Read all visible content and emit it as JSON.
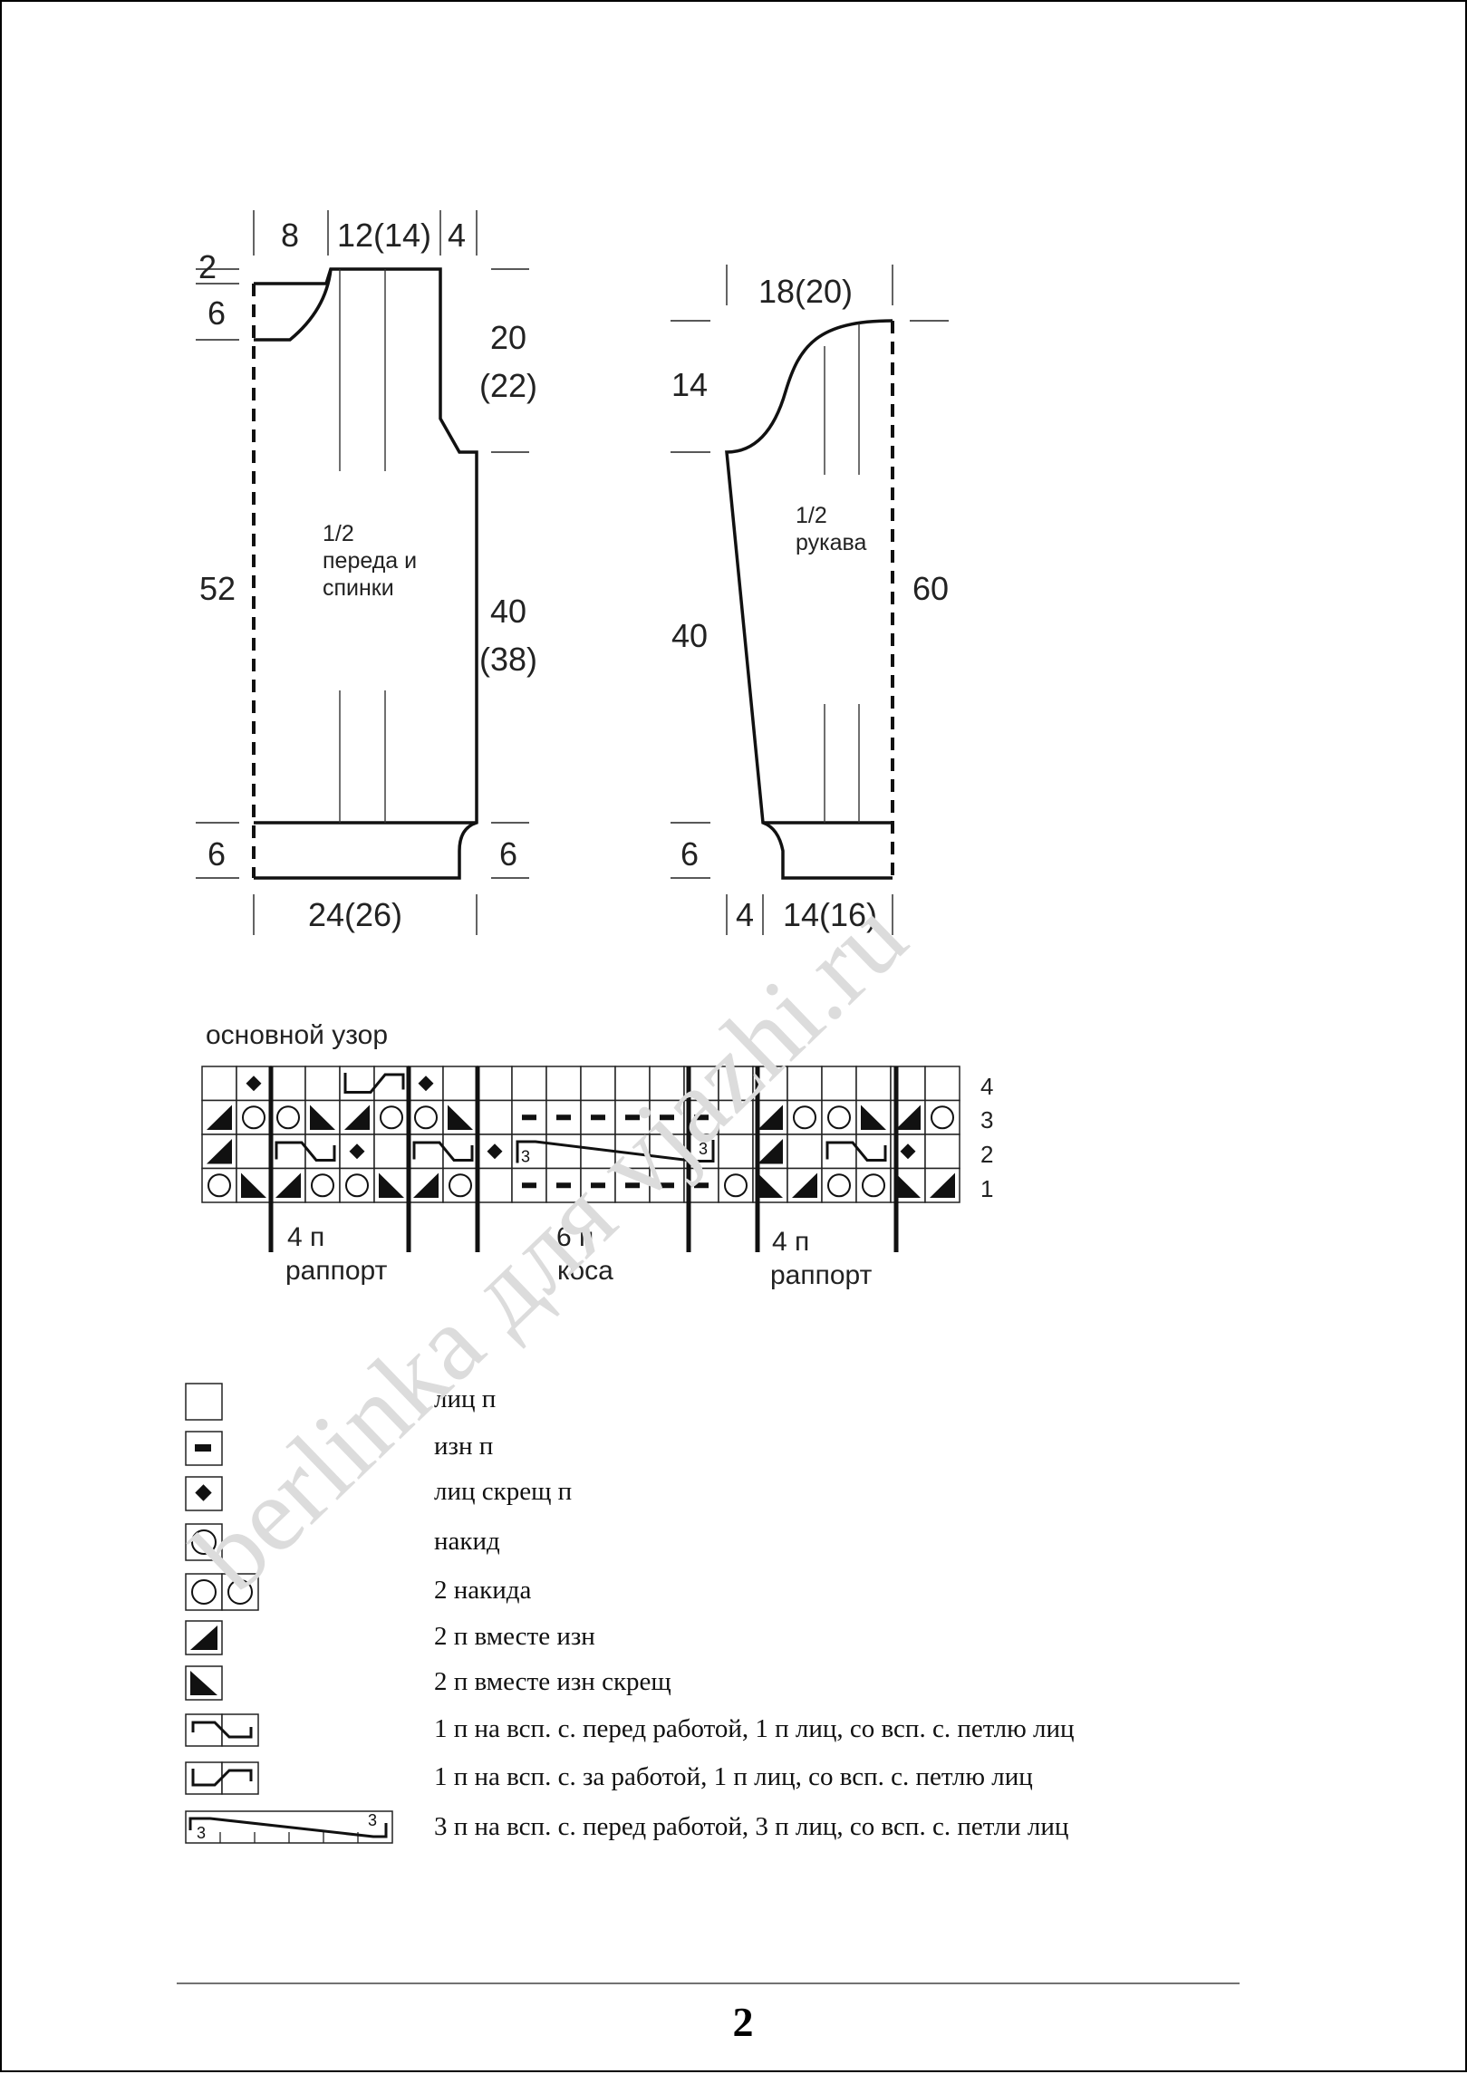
{
  "schema": {
    "body_label": [
      "1/2",
      "переда и",
      "спинки"
    ],
    "sleeve_label": [
      "1/2",
      "рукава"
    ],
    "body_dims": {
      "top_neck": "8",
      "top_width": "12(14)",
      "top_shoulder": "4",
      "neck_drop": "2",
      "neck_depth": "6",
      "side_total": "52",
      "armhole_a": "20",
      "armhole_b": "(22)",
      "side_a": "40",
      "side_b": "(38)",
      "rib_left": "6",
      "rib_right": "6",
      "bottom_width": "24(26)"
    },
    "sleeve_dims": {
      "top_width": "18(20)",
      "cap_height": "14",
      "sleeve_length": "40",
      "total_length": "60",
      "rib": "6",
      "cuff_left": "4",
      "cuff_width": "14(16)"
    }
  },
  "pattern": {
    "title": "основной узор",
    "rows": [
      "4",
      "3",
      "2",
      "1"
    ],
    "segments": [
      {
        "a": "4 п",
        "b": "раппорт"
      },
      {
        "a": "6 п",
        "b": "коса"
      },
      {
        "a": "4 п",
        "b": "раппорт"
      }
    ],
    "cable_mark": "3",
    "grid": [
      [
        "",
        "D",
        "",
        "",
        "CR",
        "CR",
        "D",
        "",
        "",
        "",
        "",
        "",
        "",
        "",
        "",
        "",
        "",
        "",
        "",
        "",
        "",
        "",
        "",
        "",
        "",
        "",
        "",
        ""
      ],
      [
        "L",
        "O",
        "O",
        "R",
        "L",
        "O",
        "O",
        "R",
        "",
        "-",
        "-",
        "-",
        "-",
        "-",
        "-",
        "",
        "L",
        "O",
        "O",
        "R",
        "L",
        "O",
        "O",
        "R",
        "",
        "",
        "",
        ""
      ],
      [
        "L",
        "",
        "CL",
        "CL",
        "D",
        "",
        "CL",
        "CL",
        "D",
        "C3",
        "",
        "",
        "",
        "",
        "",
        "",
        "L",
        "",
        "CL",
        "CL",
        "D",
        "",
        "CL",
        "CL",
        "D",
        "",
        "",
        ""
      ],
      [
        "O",
        "R",
        "L",
        "O",
        "O",
        "R",
        "L",
        "O",
        "",
        "-",
        "-",
        "-",
        "-",
        "-",
        "-",
        "O",
        "R",
        "L",
        "O",
        "O",
        "R",
        "L",
        "O",
        "",
        "",
        "",
        "",
        ""
      ]
    ]
  },
  "legend": [
    {
      "icon": "knit-square-icon",
      "label": "лиц п"
    },
    {
      "icon": "purl-dash-icon",
      "label": "изн п"
    },
    {
      "icon": "twisted-knit-diamond-icon",
      "label": "лиц скрещ п"
    },
    {
      "icon": "yarn-over-circle-icon",
      "label": "накид"
    },
    {
      "icon": "double-yarn-over-icon",
      "label": "2 накида"
    },
    {
      "icon": "purl-two-together-icon",
      "label": "2 п вместе изн"
    },
    {
      "icon": "purl-two-together-twisted-icon",
      "label": "2 п вместе изн скрещ"
    },
    {
      "icon": "cross-front-icon",
      "label": "1 п на всп. с. перед работой, 1 п лиц, со всп. с. петлю лиц"
    },
    {
      "icon": "cross-back-icon",
      "label": "1 п на всп. с. за работой, 1 п лиц, со всп. с. петлю лиц"
    },
    {
      "icon": "cable-six-icon",
      "label": "3 п на всп. с. перед работой, 3 п лиц, со всп. с. петли лиц"
    }
  ],
  "legend_cable_mark": "3",
  "watermark": "berlinka для vjazhi.ru",
  "page_number": "2"
}
